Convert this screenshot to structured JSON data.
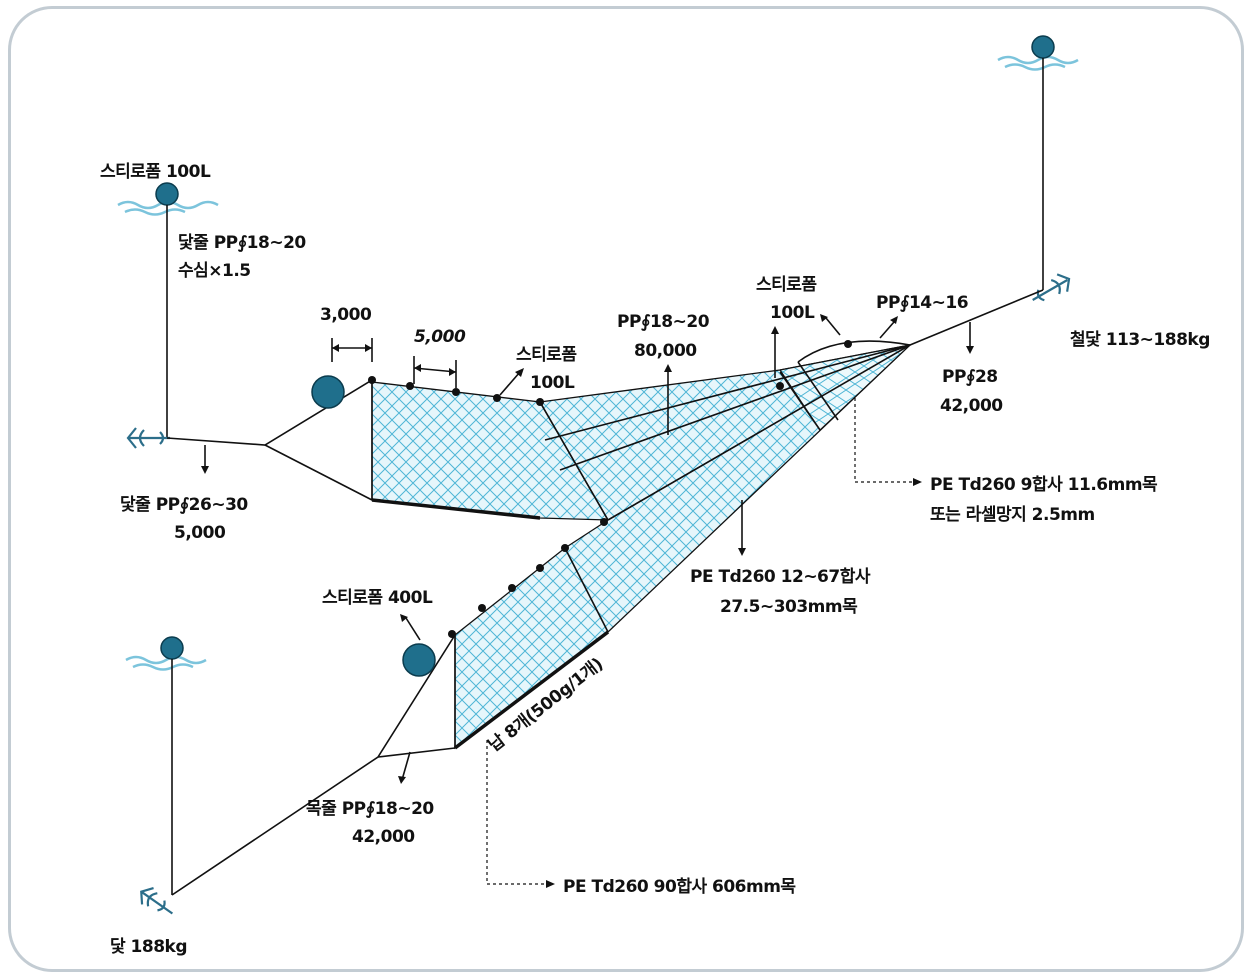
{
  "labels": {
    "styro_100l_left": "스티로폼 100L",
    "rope_pp_18_20": "닻줄 PP∮18~20",
    "depth_x15": "수심×1.5",
    "dim_3000": "3,000",
    "dim_5000": "5,000",
    "styro_100l_top": "스티로폼",
    "styro_100l_top_val": "100L",
    "pp_18_20_mid": "PP∮18~20",
    "val_80000": "80,000",
    "styro_100l_right": "스티로폼",
    "styro_100l_right_val": "100L",
    "pp_14_16": "PP∮14~16",
    "anchor_right": "철닻 113~188kg",
    "pp_28": "PP∮28",
    "val_42000_right": "42,000",
    "anchor_rope_left": "닻줄 PP∮26~30",
    "val_5000": "5,000",
    "pe_td260_9": "PE Td260 9합사 11.6mm목",
    "or_raschel": "또는 라셀망지 2.5mm",
    "pe_td260_12_67": "PE Td260 12~67합사",
    "mesh_275_303": "27.5~303mm목",
    "styro_400l": "스티로폼 400L",
    "lead_weights": "납 8개(500g/1개)",
    "neck_rope": "목줄 PP∮18~20",
    "val_42000_bottom": "42,000",
    "pe_td260_90": "PE Td260 90합사 606mm목",
    "anchor_bottom": "닻 188kg"
  },
  "colors": {
    "buoy": "#1f6f8c",
    "net": "#4fb6d6",
    "net_fill": "#e6f6fb",
    "wave": "#7cc4dc",
    "frame": "#c3ccd3"
  }
}
